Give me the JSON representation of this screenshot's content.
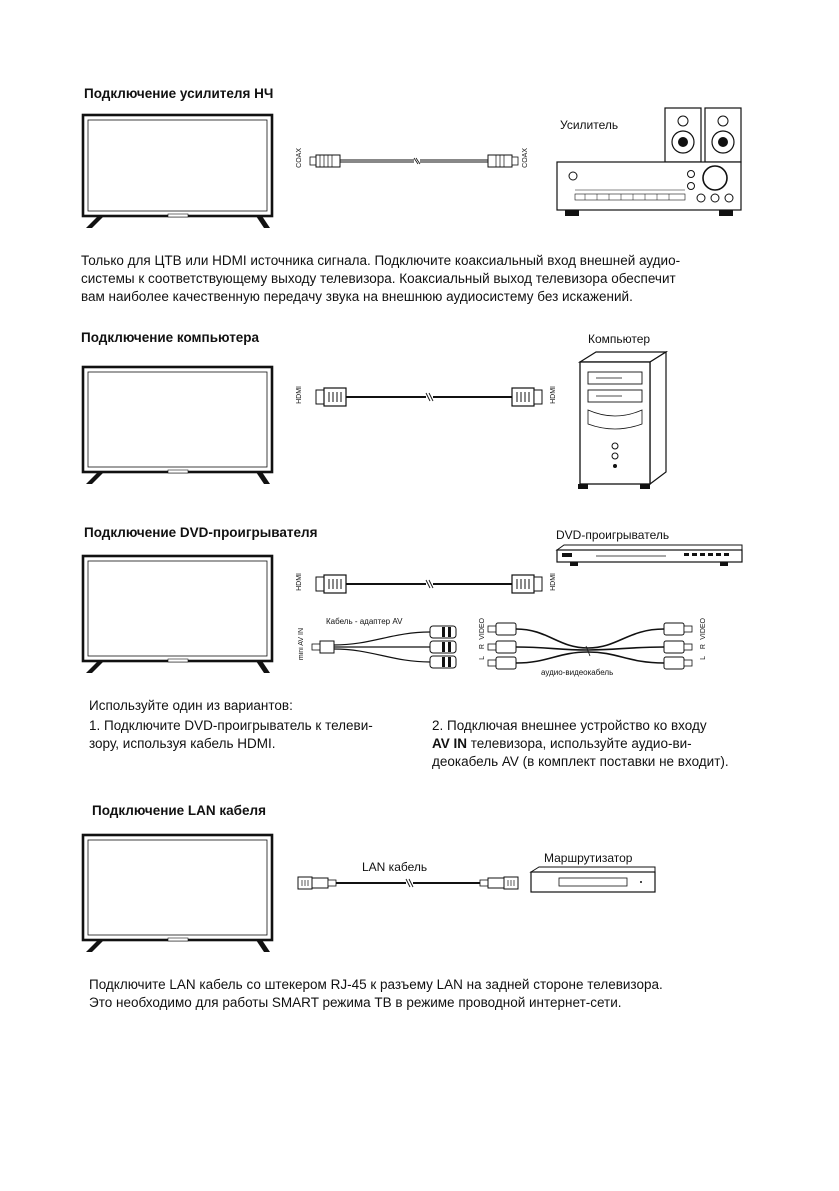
{
  "sections": {
    "amp": {
      "title": "Подключение усилителя НЧ",
      "device_label": "Усилитель",
      "port_left": "COAX",
      "port_right": "COAX",
      "body": [
        "Только для ЦТВ или HDMI источника сигнала. Подключите коаксиальный вход внешней аудио-",
        "системы к соответствующему выходу телевизора. Коаксиальный выход телевизора обеспечит",
        "вам наиболее качественную передачу звука на внешнюю аудиосистему без искажений."
      ]
    },
    "pc": {
      "title": "Подключение компьютера",
      "device_label": "Компьютер",
      "port_left": "HDMI",
      "port_right": "HDMI"
    },
    "dvd": {
      "title": "Подключение DVD-проигрывателя",
      "device_label": "DVD-проигрыватель",
      "port_left": "HDMI",
      "port_right": "HDMI",
      "adapter_label": "Кабель - адаптер  AV",
      "av_port_label": "mini AV IN",
      "rca_left_labels": [
        "L",
        "R",
        "VIDEO"
      ],
      "rca_right_labels": [
        "L",
        "R",
        "VIDEO"
      ],
      "av_cable_label": "аудио-видеокабель",
      "intro": "Используйте один из вариантов:",
      "option1": [
        "1.  Подключите DVD-проигрыватель к телеви-",
        "зору, используя кабель HDMI."
      ],
      "option2_line1": "2. Подключая внешнее устройство ко входу",
      "option2_bold": "AV IN",
      "option2_line2_rest": "  телевизора, используйте аудио-ви-",
      "option2_line3": "деокабель AV (в комплект поставки не входит)."
    },
    "lan": {
      "title": "Подключение LAN кабеля",
      "cable_label": "LAN кабель",
      "device_label": "Маршрутизатор",
      "body": [
        "Подключите LAN кабель со штекером RJ-45 к разъему LAN на задней стороне телевизора.",
        "Это необходимо для работы SMART режима ТВ в режиме проводной интернет-сети."
      ]
    }
  }
}
